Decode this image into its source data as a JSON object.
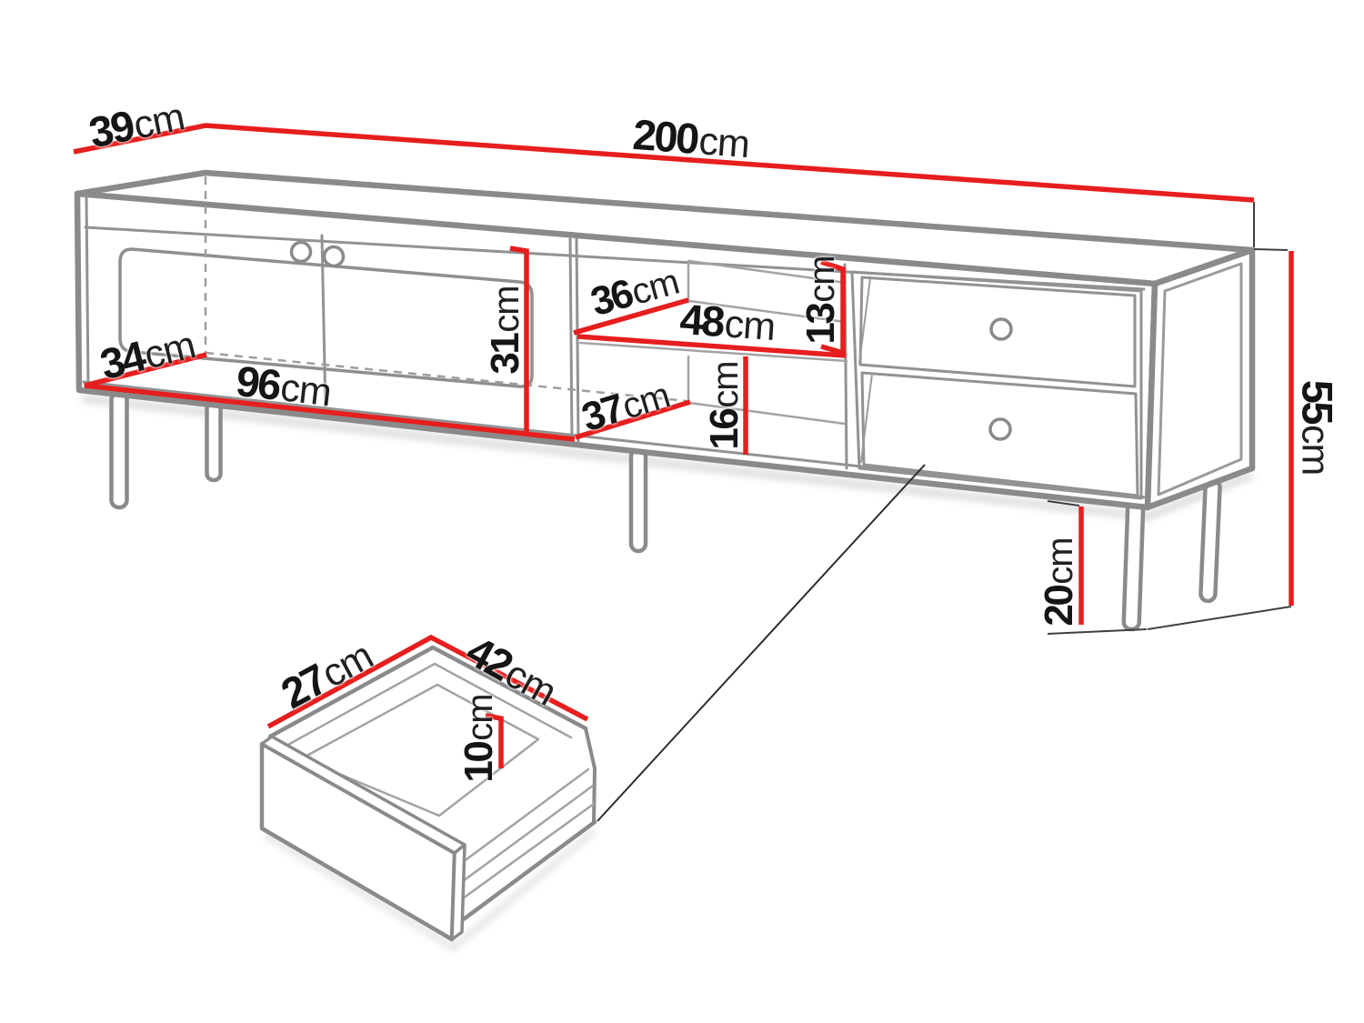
{
  "diagram": {
    "type": "furniture-dimension-drawing",
    "unit": "cm",
    "colors": {
      "dimension_red": "#e61e1e",
      "line_gray": "#8a8a8a",
      "line_gray_light": "#a3a3a3",
      "text_black": "#151515",
      "background": "#ffffff"
    }
  },
  "dimensions": {
    "depth_top": {
      "value": "39",
      "unit": "cm"
    },
    "width_total": {
      "value": "200",
      "unit": "cm"
    },
    "depth_interior_left": {
      "value": "34",
      "unit": "cm"
    },
    "width_left_compartment": {
      "value": "96",
      "unit": "cm"
    },
    "height_left_compartment": {
      "value": "31",
      "unit": "cm"
    },
    "depth_shelf": {
      "value": "36",
      "unit": "cm"
    },
    "width_shelf": {
      "value": "48",
      "unit": "cm"
    },
    "height_above_shelf": {
      "value": "13",
      "unit": "cm"
    },
    "depth_lower_shelf": {
      "value": "37",
      "unit": "cm"
    },
    "height_below_shelf": {
      "value": "16",
      "unit": "cm"
    },
    "height_total": {
      "value": "55",
      "unit": "cm"
    },
    "height_legs": {
      "value": "20",
      "unit": "cm"
    },
    "drawer_depth": {
      "value": "27",
      "unit": "cm"
    },
    "drawer_width": {
      "value": "42",
      "unit": "cm"
    },
    "drawer_height": {
      "value": "10",
      "unit": "cm"
    }
  }
}
